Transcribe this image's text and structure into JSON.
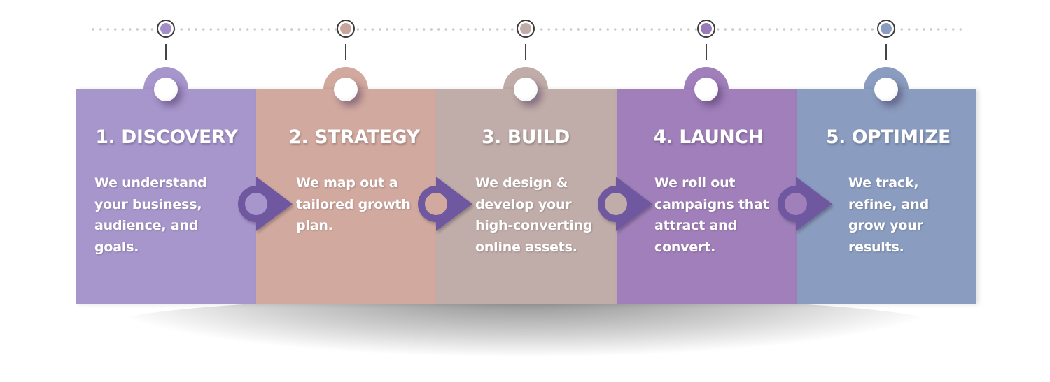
{
  "colors": {
    "discovery": "#a796cc",
    "strategy": "#d1a99f",
    "build": "#c0aca8",
    "launch": "#a07fba",
    "optimize": "#8a9cbf",
    "arrow": "#6f58a1"
  },
  "timeline": {
    "nodes": [
      {
        "name": "discovery",
        "color": "#a48ec9"
      },
      {
        "name": "strategy",
        "color": "#c9a59c"
      },
      {
        "name": "build",
        "color": "#c0aca8"
      },
      {
        "name": "launch",
        "color": "#9a7bb8"
      },
      {
        "name": "optimize",
        "color": "#8a9cbf"
      }
    ]
  },
  "steps": [
    {
      "title": "1. DISCOVERY",
      "text": "We understand\nyour business,\naudience, and\ngoals."
    },
    {
      "title": "2. STRATEGY",
      "text": "We map out a\ntailored growth\nplan."
    },
    {
      "title": "3. BUILD",
      "text": "We design &\ndevelop your\nhigh-converting\nonline assets."
    },
    {
      "title": "4. LAUNCH",
      "text": "We roll out\ncampaigns that\nattract and\nconvert."
    },
    {
      "title": "5. OPTIMIZE",
      "text": "We track,\nrefine, and\ngrow your\nresults."
    }
  ]
}
